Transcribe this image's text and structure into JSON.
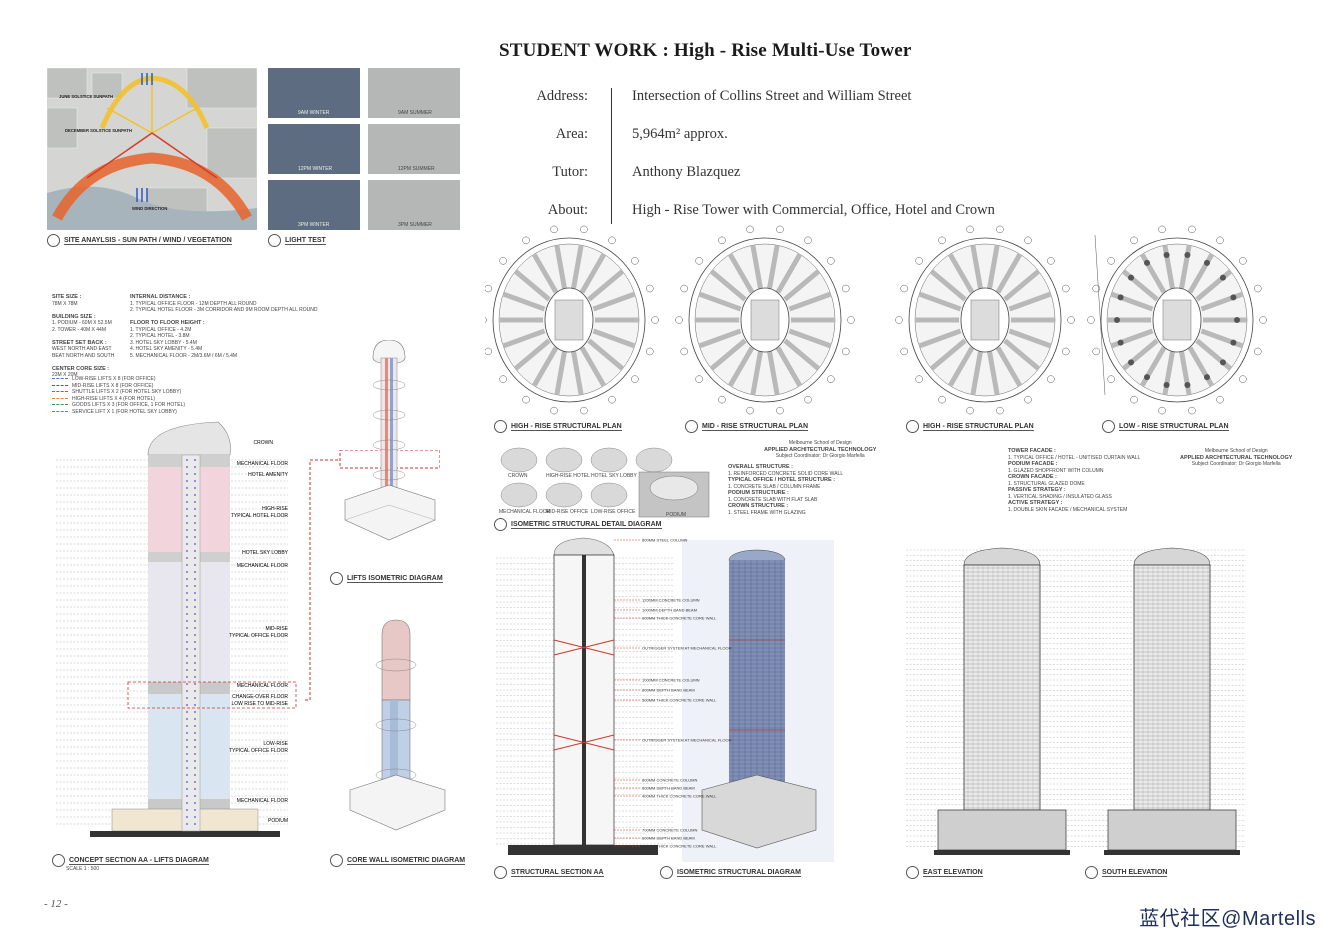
{
  "title": "STUDENT WORK : High - Rise Multi-Use Tower",
  "info": [
    {
      "label": "Address:",
      "value": "Intersection of Collins Street and William Street"
    },
    {
      "label": "Area:",
      "value": "5,964m² approx."
    },
    {
      "label": "Tutor:",
      "value": "Anthony Blazquez"
    },
    {
      "label": "About:",
      "value": "High - Rise Tower with Commercial, Office, Hotel and Crown"
    }
  ],
  "captions": {
    "site_analysis": "SITE ANAYLSIS - SUN PATH / WIND / VEGETATION",
    "light_test": "LIGHT TEST",
    "concept_section": "CONCEPT SECTION AA - LIFTS DIAGRAM",
    "lifts_isometric": "LIFTS ISOMETRIC DIAGRAM",
    "core_wall": "CORE WALL ISOMETRIC DIAGRAM",
    "high_rise_plan": "HIGH - RISE STRUCTURAL PLAN",
    "mid_rise_plan": "MID - RISE STRUCTURAL PLAN",
    "high_rise_plan_2": "HIGH - RISE STRUCTURAL PLAN",
    "low_rise_plan": "LOW - RISE STRUCTURAL PLAN",
    "iso_detail": "ISOMETRIC STRUCTURAL DETAIL DIAGRAM",
    "structural_section": "STRUCTURAL SECTION AA",
    "iso_structural": "ISOMETRIC STRUCTURAL DIAGRAM",
    "east_elevation": "EAST ELEVATION",
    "south_elevation": "SOUTH ELEVATION"
  },
  "site_labels": {
    "june": "JUNE SOLSTICE SUNPATH",
    "december": "DECEMBER SOLSTICE SUNPATH",
    "wind": "WIND DIRECTION"
  },
  "light_test_labels": [
    "9AM WINTER",
    "9AM SUMMER",
    "12PM WINTER",
    "12PM SUMMER",
    "3PM WINTER",
    "3PM SUMMER"
  ],
  "notes_left": [
    {
      "h": "SITE SIZE :",
      "t": "78M X 78M"
    },
    {
      "h": "BUILDING SIZE :",
      "t": "1. PODIUM - 60M X 52.5M"
    },
    {
      "h": "",
      "t": "2. TOWER - 40M X 44M"
    },
    {
      "h": "STREET SET BACK :",
      "t": "WEST NORTH AND EAST"
    },
    {
      "h": "",
      "t": "BEAT NORTH AND SOUTH"
    },
    {
      "h": "CENTER CORE SIZE :",
      "t": "23M X 20M"
    }
  ],
  "notes_right": [
    {
      "h": "INTERNAL DISTANCE :",
      "t": "1. TYPICAL OFFICE FLOOR - 12M DEPTH ALL ROUND"
    },
    {
      "h": "",
      "t": "2. TYPICAL HOTEL FLOOR - 3M CORRIDOR AND 9M ROOM DEPTH ALL ROUND"
    },
    {
      "h": "FLOOR TO FLOOR HEIGHT :",
      "t": "1. TYPICAL OFFICE - 4.2M"
    },
    {
      "h": "",
      "t": "2. TYPICAL HOTEL - 3.8M"
    },
    {
      "h": "",
      "t": "3. HOTEL SKY LOBBY - 5.4M"
    },
    {
      "h": "",
      "t": "4. HOTEL SKY AMENITY - 5.4M"
    },
    {
      "h": "",
      "t": "5. MECHANICAL FLOOR - 2M/3.6M / 6M / 5.4M"
    }
  ],
  "lift_legend": [
    {
      "label": "LOW-RISE LIFTS X 8 (FOR OFFICE)",
      "color": "#4a6fd6"
    },
    {
      "label": "MID-RISE LIFTS X 8 (FOR OFFICE)",
      "color": "#7a3fb0"
    },
    {
      "label": "SHUTTLE LIFTS X 2 (FOR HOTEL SKY LOBBY)",
      "color": "#d14848"
    },
    {
      "label": "HIGH-RISE LIFTS X 4 (FOR HOTEL)",
      "color": "#d98a2a"
    },
    {
      "label": "GOODS LIFTS X 3 (FOR OFFICE, 1 FOR HOTEL)",
      "color": "#3d9a4a"
    },
    {
      "label": "SERVICE LIFT X 1 (FOR HOTEL SKY LOBBY)",
      "color": "#2aa0b8"
    }
  ],
  "section_labels": {
    "crown": "CROWN",
    "mech1": "MECHANICAL FLOOR",
    "hotel_amenity": "HOTEL AMENITY",
    "high_rise": "HIGH-RISE",
    "typical_hotel": "TYPICAL HOTEL FLOOR",
    "hotel_sky_lobby": "HOTEL SKY LOBBY",
    "mech2": "MECHANICAL FLOOR",
    "mid_rise": "MID-RISE",
    "typical_office_1": "TYPICAL OFFICE FLOOR",
    "mech3": "MECHANICAL FLOOR",
    "change_over": "CHANGE-OVER FLOOR",
    "low_to_mid": "LOW RISE TO MID-RISE",
    "low_rise": "LOW-RISE",
    "typical_office_2": "TYPICAL OFFICE FLOOR",
    "mech4": "MECHANICAL FLOOR",
    "podium": "PODIUM"
  },
  "detail_thumbs": [
    "CROWN",
    "HIGH-RISE HOTEL",
    "HOTEL SKY LOBBY",
    "MECHANICAL FLOOR",
    "MID-RISE OFFICE",
    "LOW-RISE OFFICE",
    "PODIUM"
  ],
  "school_block": {
    "school": "Melbourne School of Design",
    "subject": "APPLIED ARCHITECTURAL TECHNOLOGY",
    "coordinator": "Subject Coordinator: Dr Giorgio Marfella"
  },
  "struct_notes": [
    "OVERALL STRUCTURE :",
    "1. REINFORCED CONCRETE SOLID CORE WALL",
    "TYPICAL OFFICE / HOTEL STRUCTURE :",
    "1. CONCRETE SLAB / COLUMN FRAME",
    "PODIUM STRUCTURE :",
    "1. CONCRETE SLAB WITH FLAT SLAB",
    "CROWN STRUCTURE :",
    "1. STEEL FRAME WITH GLAZING"
  ],
  "facade_notes": [
    "TOWER FACADE :",
    "1. TYPICAL OFFICE / HOTEL - UNITISED CURTAIN WALL",
    "PODIUM FACADE :",
    "1. GLAZED SHOPFRONT WITH COLUMN",
    "CROWN FACADE :",
    "1. STRUCTURAL GLAZED DOME",
    "PASSIVE STRATEGY :",
    "1. VERTICAL SHADING / INSULATED GLASS",
    "ACTIVE STRATEGY :",
    "1. DOUBLE SKIN FACADE / MECHANICAL SYSTEM"
  ],
  "struct_callouts": [
    "800MM STEEL COLUMN",
    "1200MM CONCRETE COLUMN",
    "1000MM DEPTH BAND BEAM",
    "600MM THICK CONCRETE CORE WALL",
    "OUTRIGGER SYSTEM AT MECHANICAL FLOOR",
    "1000MM CONCRETE COLUMN",
    "800MM DEPTH BAND BEAM",
    "500MM THICK CONCRETE CORE WALL",
    "OUTRIGGER SYSTEM AT MECHANICAL FLOOR",
    "800MM CONCRETE COLUMN",
    "600MM DEPTH BAND BEAM",
    "400MM THICK CONCRETE CORE WALL",
    "700MM CONCRETE COLUMN",
    "600MM DEPTH BAND BEAM",
    "300MM THICK CONCRETE CORE WALL"
  ],
  "scale": "SCALE 1 : 500",
  "page_number": "- 12 -",
  "watermark": "蓝代社区@Martells"
}
